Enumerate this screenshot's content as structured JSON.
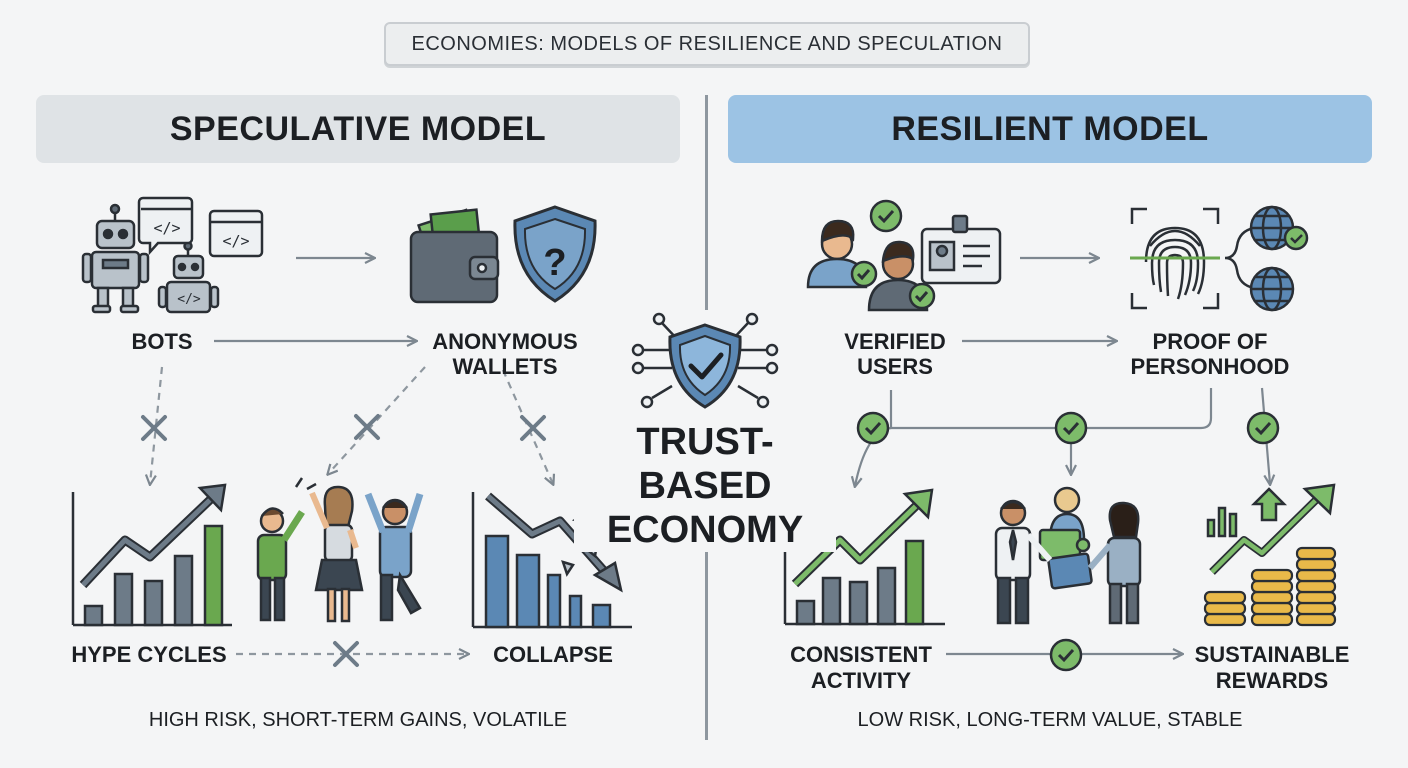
{
  "title": "ECONOMIES: MODELS OF RESILIENCE AND SPECULATION",
  "speculative": {
    "header": "SPECULATIVE MODEL",
    "nodes": {
      "bots": "BOTS",
      "wallets_line1": "ANONYMOUS",
      "wallets_line2": "WALLETS",
      "hype": "HYPE CYCLES",
      "collapse": "COLLAPSE"
    },
    "footer": "HIGH RISK, SHORT-TERM GAINS, VOLATILE"
  },
  "center": {
    "line1": "TRUST-BASED",
    "line2": "ECONOMY"
  },
  "resilient": {
    "header": "RESILIENT MODEL",
    "nodes": {
      "verified_line1": "VERIFIED",
      "verified_line2": "USERS",
      "proof_line1": "PROOF OF",
      "proof_line2": "PERSONHOOD",
      "consistent_line1": "CONSISTENT",
      "consistent_line2": "ACTIVITY",
      "rewards_line1": "SUSTAINABLE",
      "rewards_line2": "REWARDS"
    },
    "footer": "LOW RISK, LONG-TERM VALUE, STABLE"
  },
  "colors": {
    "accent_green": "#6aa84f",
    "accent_blue": "#4f7fae",
    "slate": "#5f6a75",
    "header_blue": "#9cc3e4",
    "header_gray": "#dfe3e6",
    "gold": "#e9b949"
  },
  "icons": [
    "robot-icon",
    "code-window-icon",
    "wallet-icon",
    "shield-question-icon",
    "shield-check-icon",
    "user-icon",
    "id-card-icon",
    "fingerprint-icon",
    "globe-icon",
    "check-circle-icon",
    "cross-icon",
    "rising-chart-icon",
    "falling-chart-icon",
    "people-cheering-icon",
    "team-puzzle-icon",
    "coin-stack-icon"
  ]
}
